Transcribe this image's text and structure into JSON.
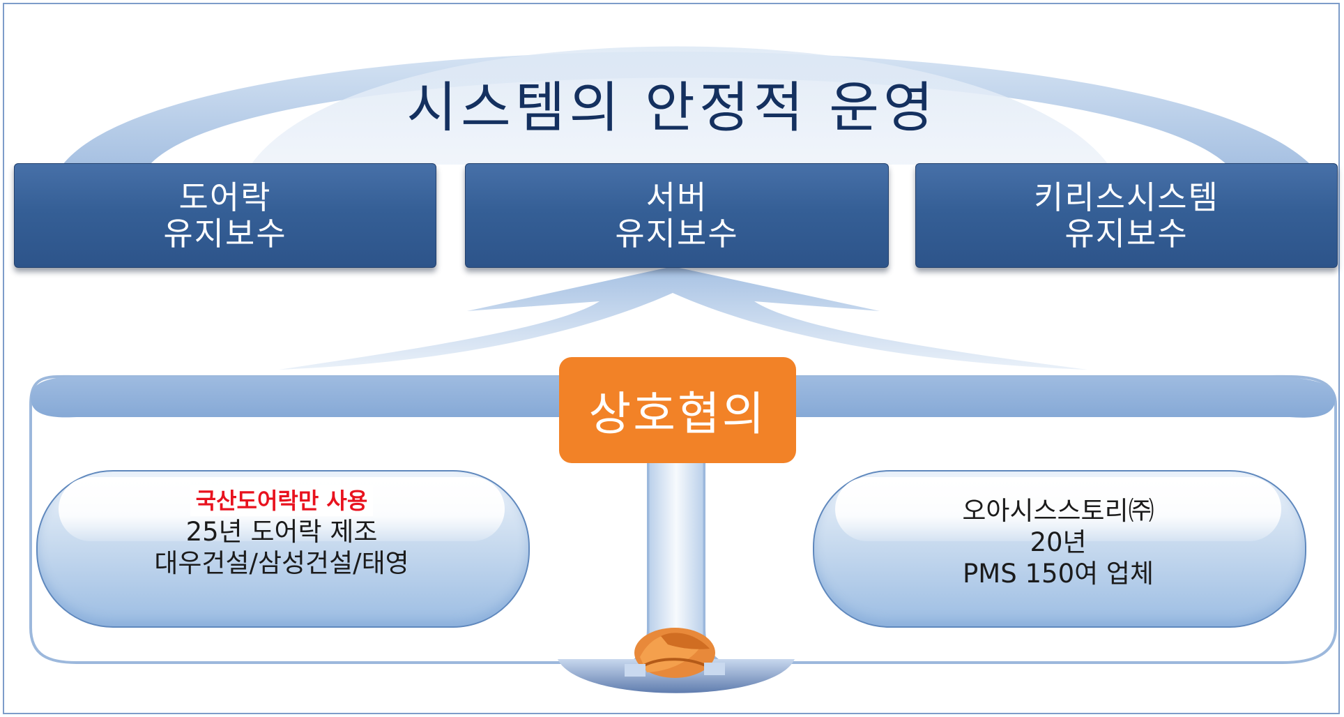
{
  "title": "시스템의 안정적 운영",
  "maintenance_boxes": [
    {
      "line1": "도어락",
      "line2": "유지보수"
    },
    {
      "line1": "서버",
      "line2": "유지보수"
    },
    {
      "line1": "키리스시스템",
      "line2": "유지보수"
    }
  ],
  "center_label": "상호협의",
  "left_partner": {
    "highlight": "국산도어락만 사용",
    "line1": "25년 도어락 제조",
    "line2": "대우건설/삼성건설/태영"
  },
  "right_partner": {
    "line1": "오아시스스토리㈜",
    "line2": "20년",
    "line3": "PMS 150여 업체"
  },
  "colors": {
    "box_blue": "#3a6399",
    "title_navy": "#14305f",
    "badge_orange": "#f28227",
    "highlight_red": "#e8121e",
    "arc_light_blue": "#a9c3e3"
  },
  "icons": [
    "handshake-icon"
  ]
}
